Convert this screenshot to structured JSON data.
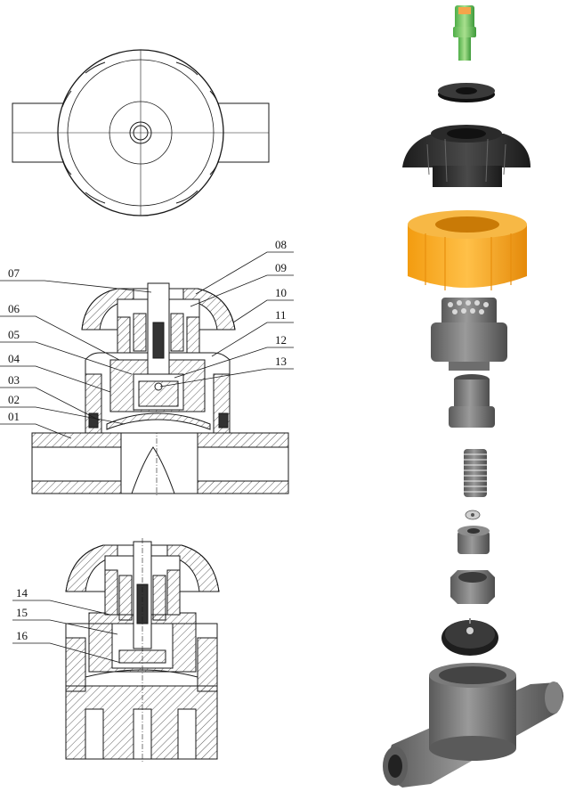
{
  "callouts": [
    {
      "id": "08",
      "text": "08"
    },
    {
      "id": "09",
      "text": "09"
    },
    {
      "id": "10",
      "text": "10"
    },
    {
      "id": "07",
      "text": "07"
    },
    {
      "id": "06",
      "text": "06"
    },
    {
      "id": "11",
      "text": "11"
    },
    {
      "id": "05",
      "text": "05"
    },
    {
      "id": "12",
      "text": "12"
    },
    {
      "id": "04",
      "text": "04"
    },
    {
      "id": "13",
      "text": "13"
    },
    {
      "id": "03",
      "text": "03"
    },
    {
      "id": "02",
      "text": "02"
    },
    {
      "id": "01",
      "text": "01"
    },
    {
      "id": "14",
      "text": "14"
    },
    {
      "id": "15",
      "text": "15"
    },
    {
      "id": "16",
      "text": "16"
    }
  ],
  "colors": {
    "line": "#1a1a1a",
    "handwheel": "#2b2b2b",
    "bonnet": "#f0a818",
    "body_grey": "#6d6d6d",
    "spindle_green": "#6bc25a",
    "cap_orange": "#f6a21c"
  }
}
